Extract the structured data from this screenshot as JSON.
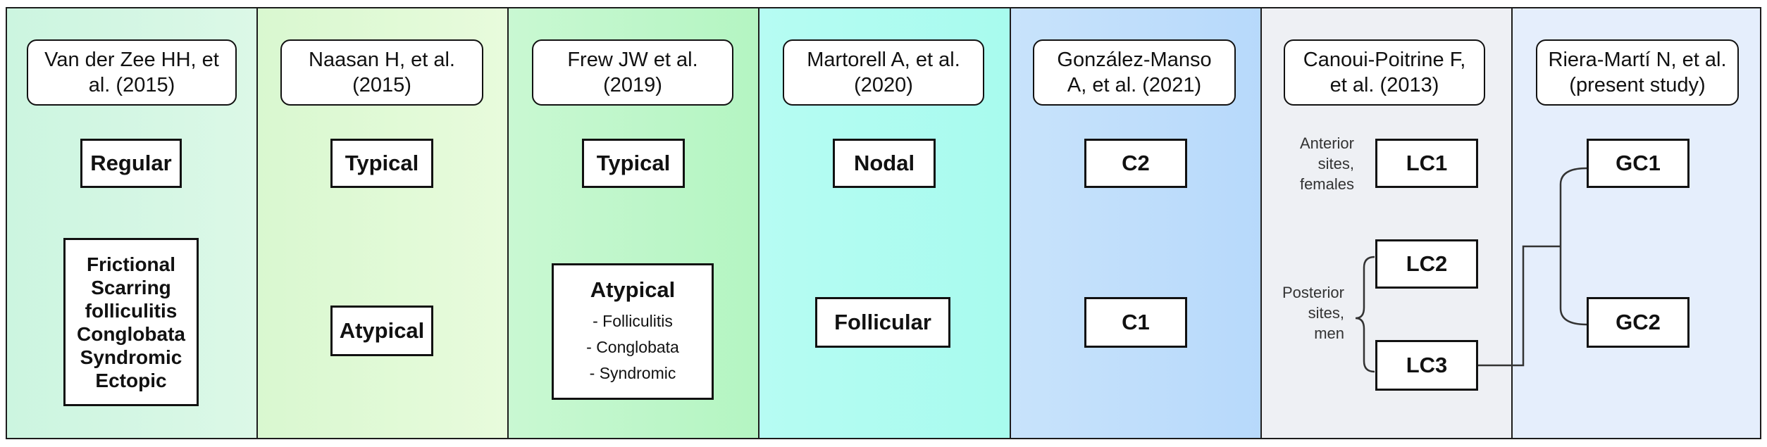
{
  "colors": {
    "col1": "#ccf5e0",
    "col2": "#e2fbd8",
    "col3": "#b9f6c7",
    "col4": "#adfcf1",
    "col5": "#bcdcfb",
    "col6": "#eef0f4",
    "col7": "#e5eefc"
  },
  "studies": [
    {
      "title": "Van der Zee HH, et\nal. (2015)",
      "categories": [
        "Regular",
        "Frictional\nScarring\nfolliculitis\nConglobata\nSyndromic\nEctopic"
      ]
    },
    {
      "title": "Naasan H, et al.\n(2015)",
      "categories": [
        "Typical",
        "Atypical"
      ]
    },
    {
      "title": "Frew JW et al.\n(2019)",
      "categories": [
        "Typical"
      ],
      "atypical": {
        "label": "Atypical",
        "items": [
          "- Folliculitis",
          "- Conglobata",
          "- Syndromic"
        ]
      }
    },
    {
      "title": "Martorell A, et al.\n(2020)",
      "categories": [
        "Nodal",
        "Follicular"
      ]
    },
    {
      "title": "González-Manso\nA, et al. (2021)",
      "categories": [
        "C2",
        "C1"
      ]
    },
    {
      "title": "Canoui-Poitrine F,\net al. (2013)",
      "categories": [
        "LC1",
        "LC2",
        "LC3"
      ],
      "notes": [
        "Anterior\nsites,\nfemales",
        "Posterior\nsites,\nmen"
      ]
    },
    {
      "title": "Riera-Martí N, et al.\n(present study)",
      "categories": [
        "GC1",
        "GC2"
      ]
    }
  ]
}
